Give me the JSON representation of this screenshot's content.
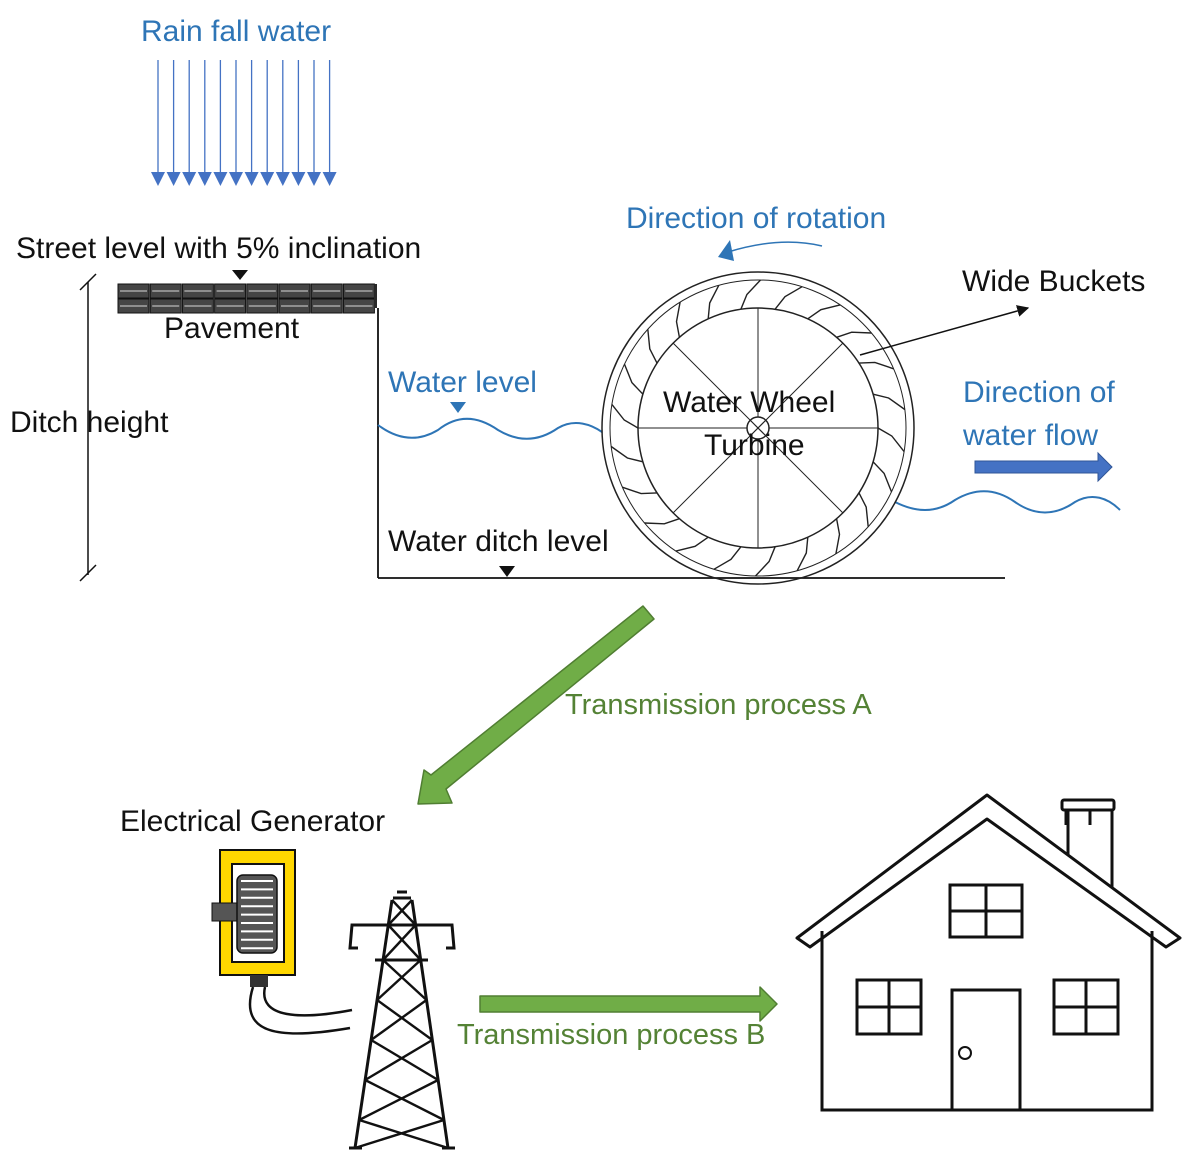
{
  "labels": {
    "rain": "Rain fall water",
    "street": "Street level with 5% inclination",
    "pavement": "Pavement",
    "ditch_height": "Ditch height",
    "water_level": "Water level",
    "wheel_line1": "Water Wheel",
    "wheel_line2": "Turbine",
    "rotation": "Direction of rotation",
    "buckets": "Wide Buckets",
    "flow_line1": "Direction of",
    "flow_line2": "water flow",
    "ditch_level": "Water ditch level",
    "trans_a": "Transmission process A",
    "generator": "Electrical Generator",
    "trans_b": "Transmission process B"
  },
  "colors": {
    "text_blue": "#2E75B6",
    "water_line": "#2E75B6",
    "rain_arrows": "#4472C4",
    "flow_arrow": "#4472C4",
    "transmission_arrow": "#70AD47",
    "transmission_arrow_outline": "#507E32",
    "transmission_text": "#548235",
    "generator_body": "#FFD700",
    "line": "#111111"
  }
}
